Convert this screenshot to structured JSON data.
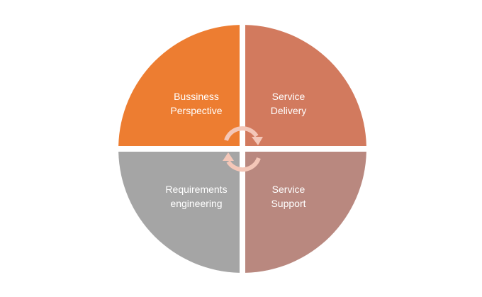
{
  "quadrants": [
    {
      "id": "top-left",
      "line1": "Bussiness",
      "line2": "Perspective",
      "color": "#ed7d31"
    },
    {
      "id": "top-right",
      "line1": "Service",
      "line2": "Delivery",
      "color": "#d27a5e"
    },
    {
      "id": "bottom-left",
      "line1": "Requirements",
      "line2": "engineering",
      "color": "#a5a5a5"
    },
    {
      "id": "bottom-right",
      "line1": "Service",
      "line2": "Support",
      "color": "#b9887f"
    }
  ],
  "cycle_arrows_color": "#f4c7b8"
}
